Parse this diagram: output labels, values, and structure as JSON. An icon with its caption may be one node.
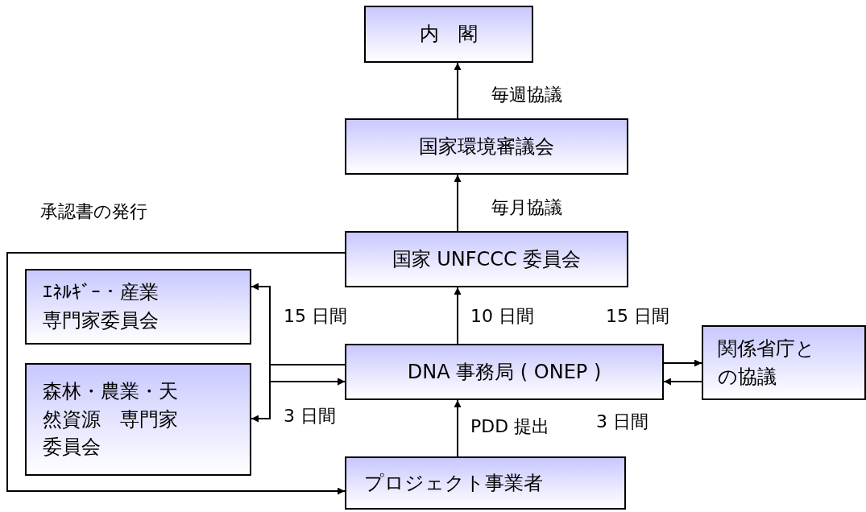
{
  "diagram": {
    "nodes": [
      {
        "text": [
          "内　閣"
        ]
      },
      {
        "text": [
          "国家環境審議会"
        ]
      },
      {
        "text": [
          "国家 UNFCCC 委員会"
        ]
      },
      {
        "text": [
          "ｴﾈﾙｷﾞｰ・産業専門家委員会"
        ]
      },
      {
        "text": [
          "森林・農業・天然資源　専門家委員会"
        ]
      },
      {
        "text": [
          "DNA 事務局 ( ONEP )"
        ]
      },
      {
        "text": [
          "関係省庁との協議"
        ]
      },
      {
        "text": [
          "プロジェクト事業者"
        ]
      }
    ],
    "edges": [
      {
        "from": 1,
        "to": 0,
        "arrow": "to",
        "label": "毎週協議"
      },
      {
        "from": 2,
        "to": 1,
        "arrow": "to",
        "label": "毎月協議"
      },
      {
        "from": 5,
        "to": 2,
        "arrow": "to",
        "label": "10 日間"
      },
      {
        "from": 7,
        "to": 5,
        "arrow": "to",
        "label": "PDD 提出"
      },
      {
        "from": 5,
        "to": 3,
        "arrow": "to",
        "label": "15 日間"
      },
      {
        "from": 5,
        "to": 4,
        "arrow": "to"
      },
      {
        "from": 3,
        "to": 5,
        "arrow": "to"
      },
      {
        "from": 4,
        "to": 5,
        "arrow": "to",
        "label": "3 日間"
      },
      {
        "from": 5,
        "to": 6,
        "arrow": "to",
        "label": "15 日間"
      },
      {
        "from": 6,
        "to": 5,
        "arrow": "to",
        "label": "3 日間"
      },
      {
        "from": 2,
        "to": 7,
        "arrow": "to"
      }
    ],
    "labels": [
      "承認書の発行"
    ]
  }
}
